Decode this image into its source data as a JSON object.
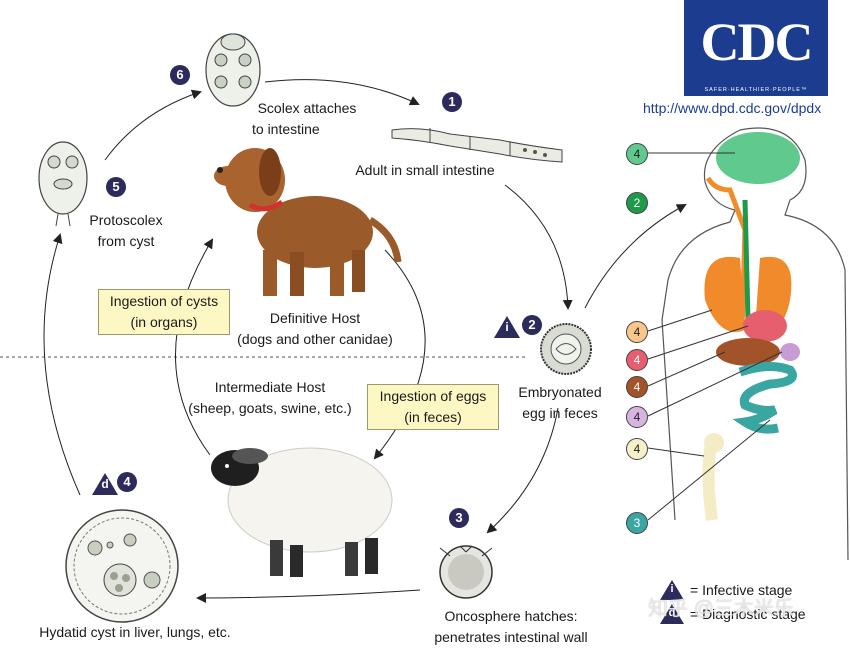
{
  "logo": {
    "text": "CDC",
    "tagline": "SAFER·HEALTHIER·PEOPLE™"
  },
  "url": "http://www.dpd.cdc.gov/dpdx",
  "stages": {
    "s6": {
      "num": "6",
      "label1": "Scolex attaches",
      "label2": "to intestine"
    },
    "s1": {
      "num": "1",
      "label": "Adult in small intestine"
    },
    "s5": {
      "num": "5",
      "label1": "Protoscolex",
      "label2": "from cyst"
    },
    "s2": {
      "num": "2",
      "badge": "i",
      "label1": "Embryonated",
      "label2": "egg in feces"
    },
    "s3": {
      "num": "3",
      "label1": "Oncosphere hatches:",
      "label2": "penetrates intestinal wall"
    },
    "s4": {
      "num": "4",
      "badge": "d",
      "label": "Hydatid cyst in liver, lungs, etc."
    }
  },
  "hosts": {
    "definitive_title": "Definitive Host",
    "definitive_sub": "(dogs and other canidae)",
    "intermediate_title": "Intermediate Host",
    "intermediate_sub": "(sheep, goats, swine, etc.)"
  },
  "notes": {
    "cysts_line1": "Ingestion of cysts",
    "cysts_line2": "(in organs)",
    "eggs_line1": "Ingestion of eggs",
    "eggs_line2": "(in feces)"
  },
  "human_markers": [
    "4",
    "2",
    "4",
    "4",
    "4",
    "4",
    "4",
    "3"
  ],
  "legend": {
    "i_badge": "i",
    "i_text": "= Infective stage",
    "d_badge": "d",
    "d_text": "= Diagnostic stage"
  },
  "watermark": "知乎 @三木米乐"
}
